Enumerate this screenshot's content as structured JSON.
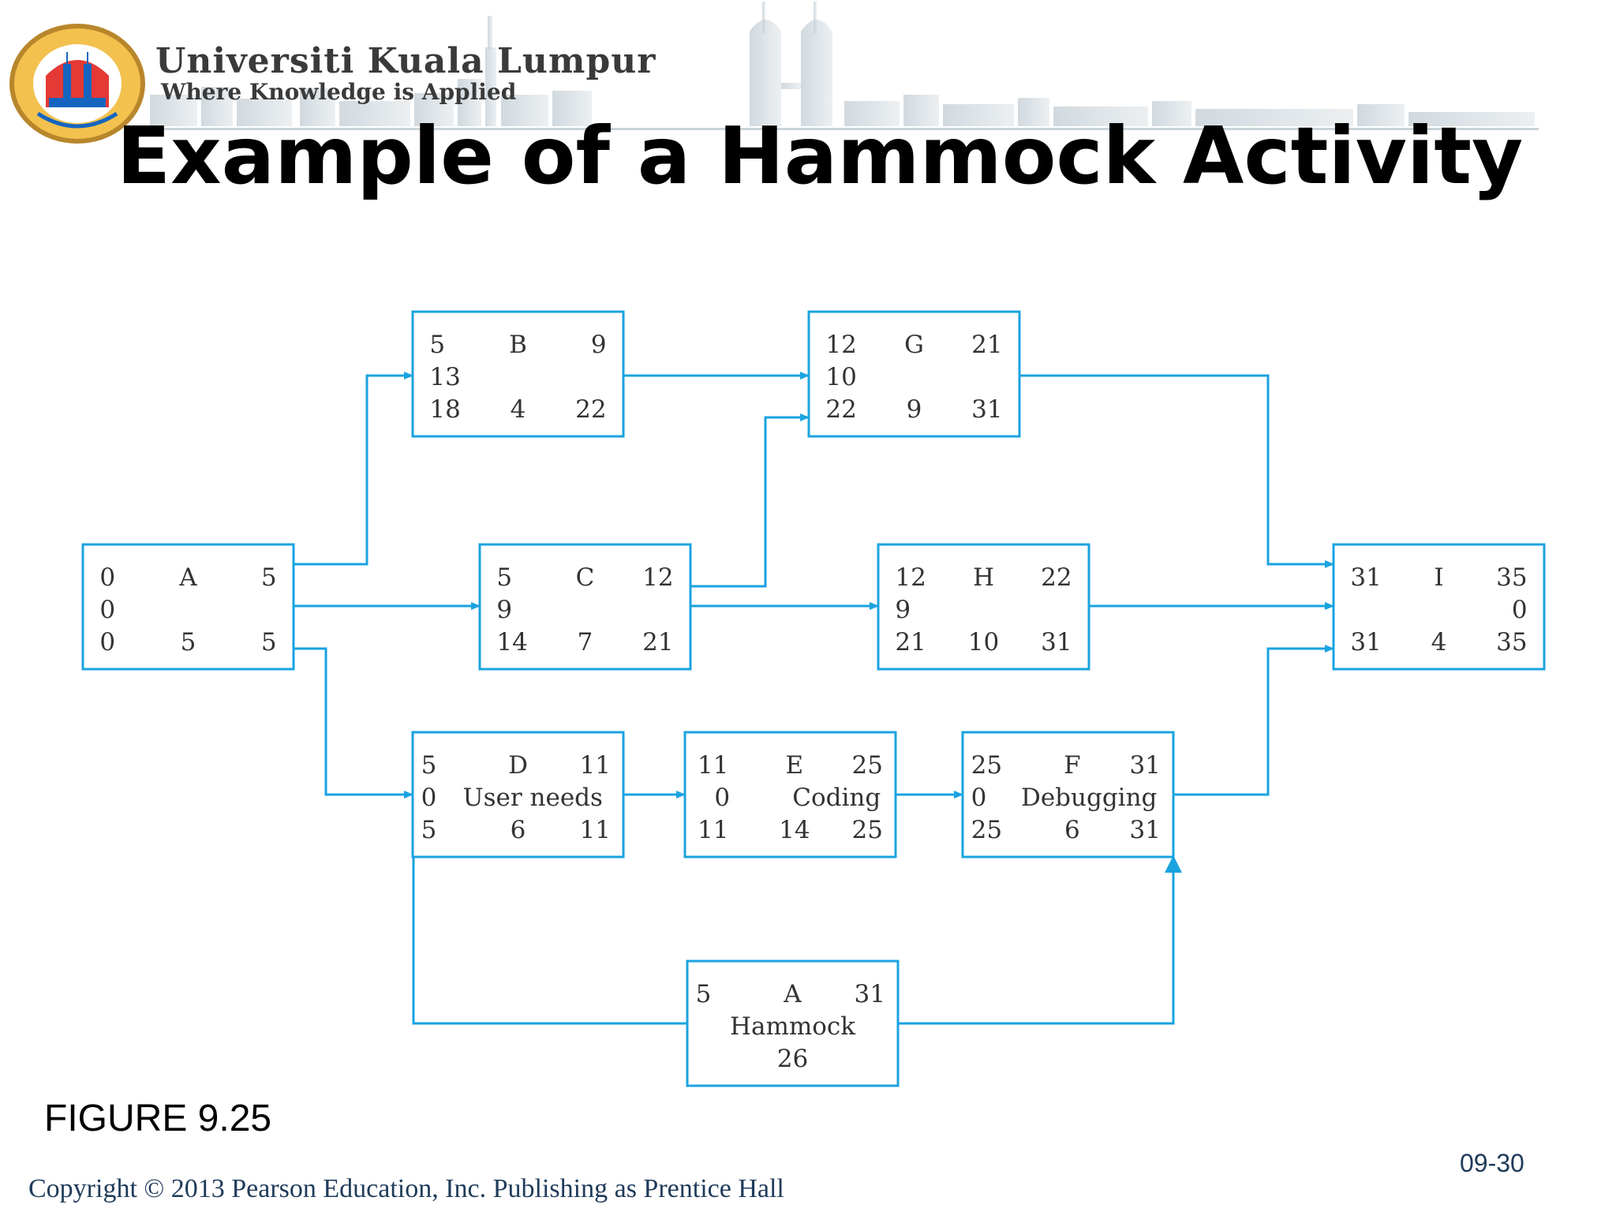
{
  "header": {
    "university_name": "Universiti Kuala Lumpur",
    "tagline": "Where Knowledge is Applied",
    "logo_icon": "unikl-crest-logo",
    "skyline_icon": "kuala-lumpur-skyline-watermark"
  },
  "title": "Example of a Hammock Activity",
  "figure_label": "FIGURE 9.25",
  "slide_number": "09-30",
  "copyright": "Copyright © 2013 Pearson Education, Inc. Publishing as Prentice Hall",
  "colors": {
    "connector": "#1aa3e0",
    "node_border": "#1aa3e0",
    "node_text": "#333333",
    "title": "#000000",
    "footer_text": "#1f3b5a"
  },
  "nodes": [
    {
      "id": "A",
      "rows": [
        [
          "0",
          "A",
          "5"
        ],
        [
          "0",
          "",
          ""
        ],
        [
          "0",
          "5",
          "5"
        ]
      ]
    },
    {
      "id": "B",
      "rows": [
        [
          "5",
          "B",
          "9"
        ],
        [
          "13",
          "",
          ""
        ],
        [
          "18",
          "4",
          "22"
        ]
      ]
    },
    {
      "id": "C",
      "rows": [
        [
          "5",
          "C",
          "12"
        ],
        [
          "9",
          "",
          ""
        ],
        [
          "14",
          "7",
          "21"
        ]
      ]
    },
    {
      "id": "G",
      "rows": [
        [
          "12",
          "G",
          "21"
        ],
        [
          "10",
          "",
          ""
        ],
        [
          "22",
          "9",
          "31"
        ]
      ]
    },
    {
      "id": "H",
      "rows": [
        [
          "12",
          "H",
          "22"
        ],
        [
          "9",
          "",
          ""
        ],
        [
          "21",
          "10",
          "31"
        ]
      ]
    },
    {
      "id": "I",
      "rows": [
        [
          "31",
          "I",
          "35"
        ],
        [
          "",
          "",
          "0"
        ],
        [
          "31",
          "4",
          "35"
        ]
      ]
    },
    {
      "id": "D",
      "rows": [
        [
          "5",
          "D",
          "11"
        ],
        [
          "0",
          "User needs",
          ""
        ],
        [
          "5",
          "6",
          "11"
        ]
      ]
    },
    {
      "id": "E",
      "rows": [
        [
          "11",
          "E",
          "25"
        ],
        [
          "0",
          "Coding",
          ""
        ],
        [
          "11",
          "14",
          "25"
        ]
      ]
    },
    {
      "id": "F",
      "rows": [
        [
          "25",
          "F",
          "31"
        ],
        [
          "0",
          "Debugging",
          ""
        ],
        [
          "25",
          "6",
          "31"
        ]
      ]
    },
    {
      "id": "HM",
      "rows": [
        [
          "5",
          "A",
          "31"
        ],
        [
          "",
          "Hammock",
          ""
        ],
        [
          "",
          "26",
          ""
        ]
      ]
    }
  ],
  "edges": [
    {
      "from": "A",
      "to": "B"
    },
    {
      "from": "A",
      "to": "C"
    },
    {
      "from": "A",
      "to": "D"
    },
    {
      "from": "B",
      "to": "G"
    },
    {
      "from": "C",
      "to": "G"
    },
    {
      "from": "C",
      "to": "H"
    },
    {
      "from": "G",
      "to": "I"
    },
    {
      "from": "H",
      "to": "I"
    },
    {
      "from": "F",
      "to": "I"
    },
    {
      "from": "D",
      "to": "E"
    },
    {
      "from": "E",
      "to": "F"
    },
    {
      "from": "D",
      "to": "HM"
    },
    {
      "from": "HM",
      "to": "F"
    }
  ]
}
